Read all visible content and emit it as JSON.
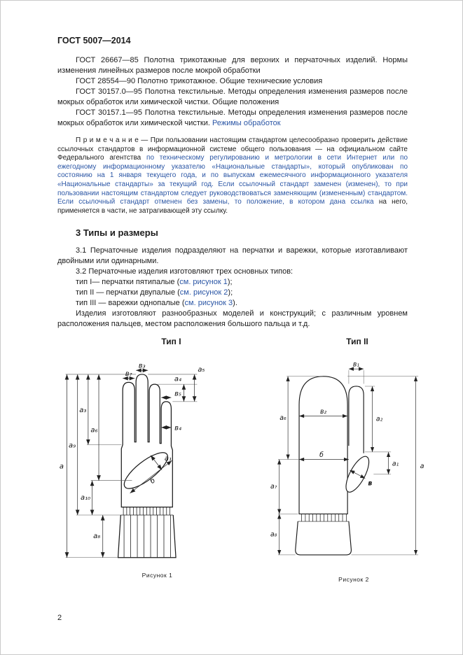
{
  "page": {
    "header": "ГОСТ 5007—2014",
    "number": "2"
  },
  "colors": {
    "link": "#2b56a5",
    "text": "#1c1c1c"
  },
  "references": [
    {
      "text": "ГОСТ 26667—85 Полотна трикотажные для верхних и перчаточных изделий. Нормы изменения линейных размеров после мокрой обработки",
      "link": ""
    },
    {
      "text": "ГОСТ 28554—90 Полотно трикотажное. Общие технические условия",
      "link": ""
    },
    {
      "text": "ГОСТ 30157.0—95 Полотна текстильные. Методы определения изменения размеров после мокрых обработок или химической чистки. Общие положения",
      "link": ""
    },
    {
      "text": "ГОСТ 30157.1—95 Полотна текстильные. Методы определения изменения размеров после мокрых обработок или химической чистки. ",
      "link": "Режимы обработок"
    }
  ],
  "note": {
    "seg1": "П р и м е ч а н и е — При пользовании настоящим стандартом целесообразно проверить действие ссылочных стандартов в информационной системе общего пользования — на официальном сайте Федерального агентства ",
    "seg2": "по техническому регулированию и метрологии в сети Интернет или по ежегодному информационному указателю «Национальные стандарты», который опубликован по состоянию на 1 января текущего года, и по выпускам ежемесячного информационного указателя «Национальные стандарты» за текущий год. Если ссылочный стандарт заменен (изменен), то при пользовании настоящим стандартом следует руководствоваться заменяющим (измененным) стандартом. Если ссылочный стандарт отменен без замены, то положение, в котором дана ссылка ",
    "seg3": "на него, применяется в части, не затрагивающей эту ссылку."
  },
  "section": {
    "title": "3 Типы и размеры",
    "para_3_1": "3.1 Перчаточные изделия подразделяют на перчатки и варежки, которые изготавливают двойными или одинарными.",
    "para_3_2": "3.2 Перчаточные изделия изготовляют трех основных типов:",
    "types": [
      {
        "prefix": "тип I— перчатки пятипалые (",
        "link": "см. рисунок 1",
        "suffix": ");"
      },
      {
        "prefix": "тип II — перчатки двупалые (",
        "link": "см. рисунок 2",
        "suffix": ");"
      },
      {
        "prefix": "тип III — варежки однопалые (",
        "link": "см. рисунок 3",
        "suffix": ")."
      }
    ],
    "para_models": "Изделия изготовляют разнообразных моделей и конструкций; с различным уровнем расположения пальцев, местом расположения большого пальца и т.д."
  },
  "figures": {
    "fig1": {
      "title": "Тип I",
      "caption": "Рисунок 1",
      "labels": {
        "a": "а",
        "a3": "а₃",
        "a9": "а₉",
        "a6": "а₆",
        "a10": "а₁₀",
        "a8": "а₈",
        "a4": "а₄",
        "a5": "а₅",
        "v7": "в₇",
        "v3": "в₃",
        "v5": "в₅",
        "v4": "в₄",
        "b": "б",
        "a1": "а₁"
      }
    },
    "fig2": {
      "title": "Тип II",
      "caption": "Рисунок 2",
      "labels": {
        "v1": "в₁",
        "v2": "в₂",
        "a2": "а₂",
        "b": "б",
        "v": "в",
        "a1": "а₁",
        "a6": "а₆",
        "a7": "а₇",
        "a8": "а₈",
        "a": "а"
      }
    }
  }
}
